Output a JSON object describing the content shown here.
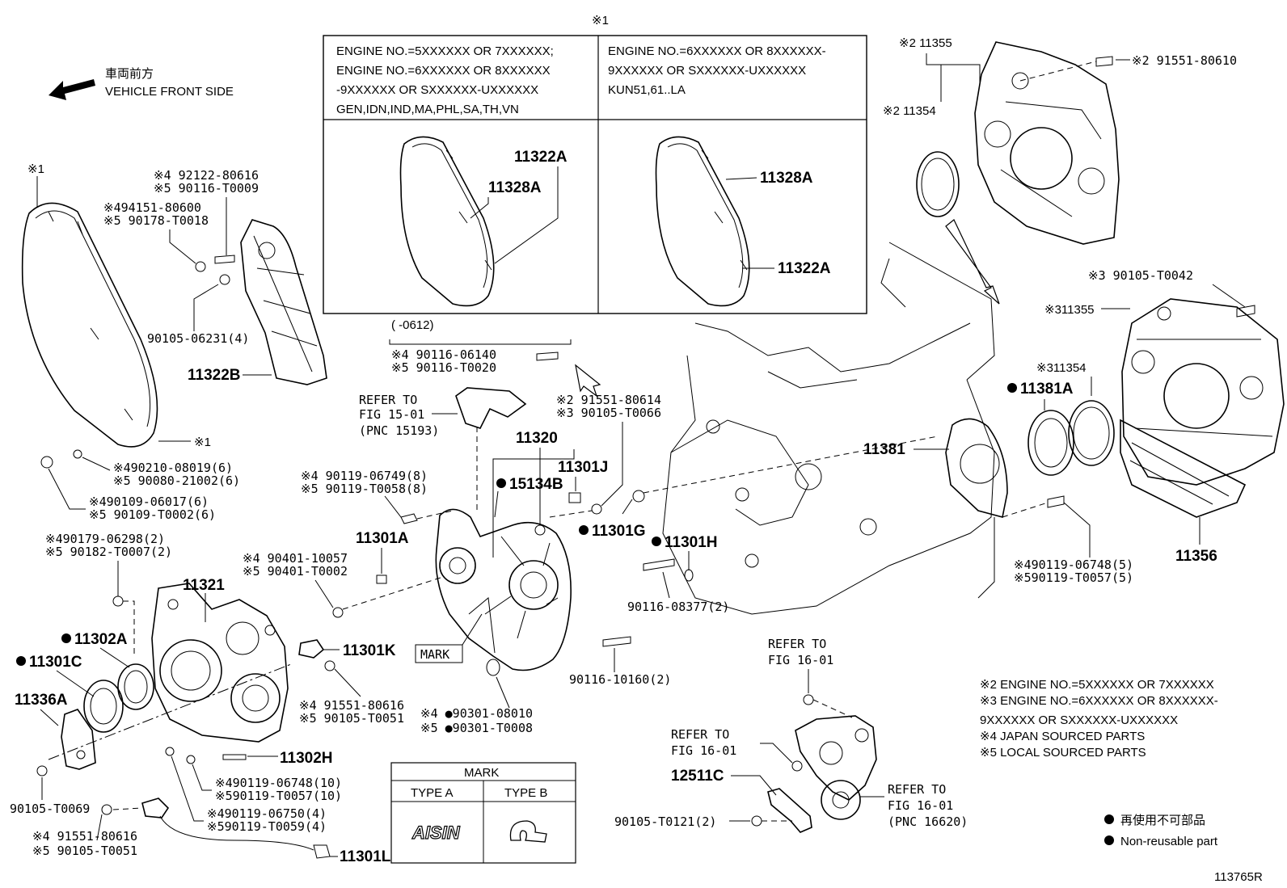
{
  "figure_id": "113765R",
  "direction": {
    "jp": "車両前方",
    "en": "VEHICLE FRONT SIDE"
  },
  "variant_table": {
    "header_mark": "※1",
    "col1": [
      "ENGINE NO.=5XXXXXX OR 7XXXXXX;",
      "ENGINE NO.=6XXXXXX OR 8XXXXXX",
      "-9XXXXXX OR SXXXXXX-UXXXXXX",
      "GEN,IDN,IND,MA,PHL,SA,TH,VN"
    ],
    "col2": [
      "ENGINE NO.=6XXXXXX OR 8XXXXXX-",
      "9XXXXXX OR SXXXXXX-UXXXXXX",
      "KUN51,61..LA"
    ],
    "left_labels": [
      "11322A",
      "11328A"
    ],
    "right_labels": [
      "11328A",
      "11322A"
    ]
  },
  "date_range": "(     -0612)",
  "mark_table": {
    "title": "MARK",
    "col_a": "TYPE A",
    "col_b": "TYPE B",
    "logo_a": "AISIN"
  },
  "notes": [
    "※2 ENGINE NO.=5XXXXXX OR 7XXXXXX",
    "※3 ENGINE NO.=6XXXXXX OR 8XXXXXX-",
    "9XXXXXX OR SXXXXXX-UXXXXXX",
    "※4 JAPAN SOURCED PARTS",
    "※5 LOCAL SOURCED PARTS"
  ],
  "legend": {
    "jp": "再使用不可部品",
    "en": "Non-reusable part"
  },
  "refer": {
    "fig15": [
      "REFER TO",
      "FIG 15-01",
      "(PNC 15193)"
    ],
    "fig16a": [
      "REFER TO",
      "FIG 16-01"
    ],
    "fig16b": [
      "REFER TO",
      "FIG 16-01"
    ],
    "fig16c": [
      "REFER TO",
      "FIG 16-01",
      "(PNC 16620)"
    ]
  },
  "callouts": {
    "c_star1_top": "※1",
    "c_star1_a": "※1",
    "c_star1_b": "※1",
    "c_92122": [
      "※4 92122-80616",
      "※5 90116-T0009"
    ],
    "c_94151": [
      "※494151-80600",
      "※5 90178-T0018"
    ],
    "c_90105_06231": "90105-06231(4)",
    "c_11322B": "11322B",
    "c_90210": [
      "※490210-08019(6)",
      "※5 90080-21002(6)"
    ],
    "c_90109": [
      "※490109-06017(6)",
      "※5 90109-T0002(6)"
    ],
    "c_90179": [
      "※490179-06298(2)",
      "※5 90182-T0007(2)"
    ],
    "c_11321": "11321",
    "c_11302A": "11302A",
    "c_11301C": "11301C",
    "c_11336A": "11336A",
    "c_90105_T0069": "90105-T0069",
    "c_91551_L": [
      "※4  91551-80616",
      "※5  90105-T0051"
    ],
    "c_11301L": "11301L",
    "c_11302H": "11302H",
    "c_90119_10": [
      "※490119-06748(10)",
      "※590119-T0057(10)"
    ],
    "c_90119_4": [
      "※490119-06750(4)",
      "※590119-T0059(4)"
    ],
    "c_11301K": "11301K",
    "c_91551_M": [
      "※4 91551-80616",
      "※5 90105-T0051"
    ],
    "c_90301": [
      "※4 ●90301-08010",
      "※5 ●90301-T0008"
    ],
    "c_mark": "MARK",
    "c_90401": [
      "※4 90401-10057",
      "※5 90401-T0002"
    ],
    "c_11301A": "11301A",
    "c_90119_8": [
      "※4 90119-06749(8)",
      "※5 90119-T0058(8)"
    ],
    "c_90116_top": [
      "※4 90116-06140",
      "※5 90116-T0020"
    ],
    "c_11320": "11320",
    "c_15134B": "15134B",
    "c_11301J": "11301J",
    "c_91551_80614": [
      "※2 91551-80614",
      "※3 90105-T0066"
    ],
    "c_11301G": "11301G",
    "c_11301H": "11301H",
    "c_90116_08377": "90116-08377(2)",
    "c_90116_10160": "90116-10160(2)",
    "c_11355_2": "※2 11355",
    "c_91551_80610": "※2 91551-80610",
    "c_11354_2": "※2 11354",
    "c_90105_T0042": "※3 90105-T0042",
    "c_11355_3": "※311355",
    "c_11354_3": "※311354",
    "c_11381A": "11381A",
    "c_11381": "11381",
    "c_11356": "11356",
    "c_90119_5": [
      "※490119-06748(5)",
      "※590119-T0057(5)"
    ],
    "c_12511C": "12511C",
    "c_90105_T0121": "90105-T0121(2)"
  }
}
